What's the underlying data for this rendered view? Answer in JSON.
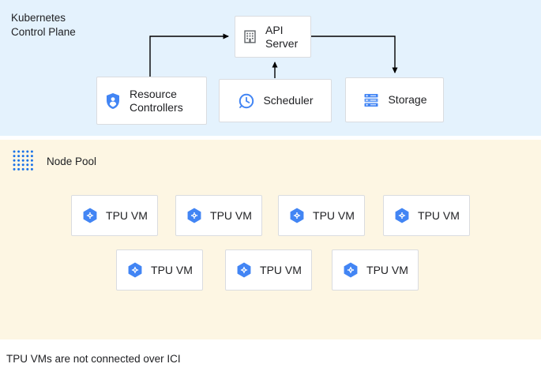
{
  "diagram": {
    "control_plane": {
      "title": "Kubernetes Control Plane",
      "api_server_label": "API Server",
      "resource_controllers_label": "Resource Controllers",
      "scheduler_label": "Scheduler",
      "storage_label": "Storage"
    },
    "node_pool": {
      "title": "Node Pool",
      "vms": [
        {
          "label": "TPU VM"
        },
        {
          "label": "TPU VM"
        },
        {
          "label": "TPU VM"
        },
        {
          "label": "TPU VM"
        },
        {
          "label": "TPU VM"
        },
        {
          "label": "TPU VM"
        },
        {
          "label": "TPU VM"
        }
      ]
    },
    "edges": [
      {
        "from": "Resource Controllers",
        "to": "API Server"
      },
      {
        "from": "Scheduler",
        "to": "API Server"
      },
      {
        "from": "API Server",
        "to": "Storage"
      }
    ],
    "caption": "TPU VMs are not connected over ICI"
  },
  "colors": {
    "band-control-plane": "#e4f2fd",
    "band-node-pool": "#fdf6e3",
    "icon-blue": "#4285f4",
    "icon-gray": "#5f6368",
    "box-border": "#dadce0",
    "arrow": "#000000",
    "text": "#202124"
  }
}
